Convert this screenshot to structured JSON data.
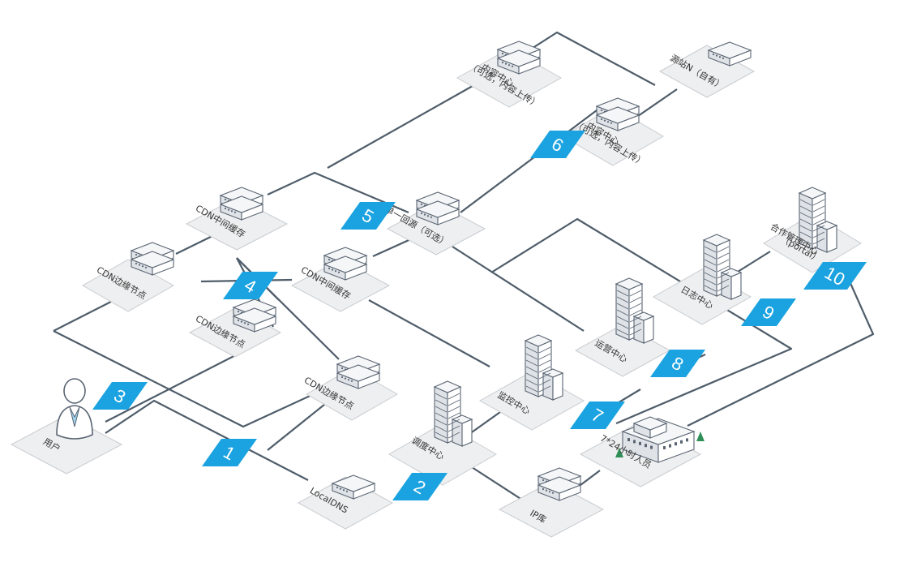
{
  "colors": {
    "line": "#4f5d6a",
    "badge": "#1aa3e0",
    "tile": "#eeeff0",
    "tile_edge": "#c9ccd0",
    "device_top": "#f5f6f7",
    "device_side": "#dfe3e7",
    "device_stroke": "#5a6573",
    "tree": "#2f8f57"
  },
  "nodes": {
    "user": {
      "label": "用户",
      "icon": "user-icon"
    },
    "localdns": {
      "label": "LocalDNS",
      "icon": "server-icon"
    },
    "dispatch": {
      "label": "调度中心",
      "icon": "building-icon"
    },
    "monitor": {
      "label": "监控中心",
      "icon": "building-icon"
    },
    "iplib": {
      "label": "IP库",
      "icon": "server-icon"
    },
    "staff": {
      "label": "7*24小时人员",
      "icon": "office-building-icon"
    },
    "ops": {
      "label": "运营中心",
      "icon": "building-icon"
    },
    "log": {
      "label": "日志中心",
      "icon": "building-icon"
    },
    "portal": {
      "label": "合作管理中心",
      "label2": "（portal）",
      "icon": "building-icon"
    },
    "edge_left": {
      "label": "CDN边缘节点",
      "icon": "server-icon"
    },
    "edge_mid": {
      "label": "CDN边缘节点",
      "icon": "server-icon"
    },
    "edge_bottom": {
      "label": "CDN边缘节点",
      "icon": "server-icon"
    },
    "mid_cache_top": {
      "label": "CDN中间缓存",
      "icon": "server-icon"
    },
    "mid_cache_right": {
      "label": "CDN中间缓存",
      "icon": "server-icon"
    },
    "origin_single": {
      "label": "单一回源（可选）",
      "icon": "server-icon"
    },
    "content_center_top": {
      "label": "内容中心",
      "label2": "（可选，内容上传）",
      "icon": "server-icon"
    },
    "content_center_right": {
      "label": "内容中心",
      "label2": "（可选，内容上传）",
      "icon": "server-icon"
    },
    "origin_n": {
      "label": "源站N（自有）",
      "icon": "server-icon"
    }
  },
  "steps": [
    "1",
    "2",
    "3",
    "4",
    "5",
    "6",
    "7",
    "8",
    "9",
    "10"
  ]
}
